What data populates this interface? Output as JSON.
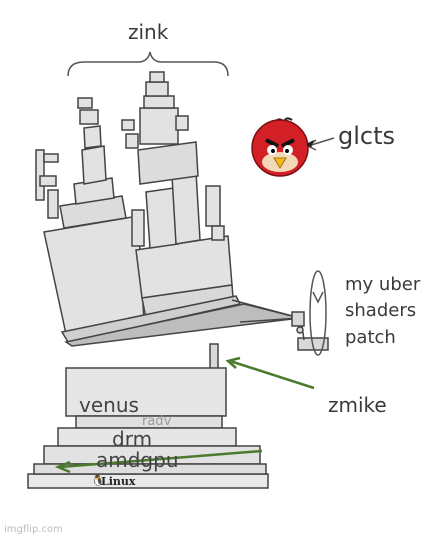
{
  "labels": {
    "zink": "zink",
    "glcts": "glcts",
    "my_uber_line1": "my uber",
    "my_uber_line2": "shaders",
    "my_uber_line3": "patch",
    "zmike": "zmike",
    "venus": "venus",
    "radv": "radv",
    "drm": "drm",
    "amdgpu": "amdgpu",
    "linux": "Linux"
  },
  "watermark": "imgflip.com",
  "icons": {
    "bird": "angry-bird-icon",
    "linux": "tux-icon"
  },
  "colors": {
    "arrow_green": "#4a7a2e",
    "bird_red": "#d32027"
  }
}
